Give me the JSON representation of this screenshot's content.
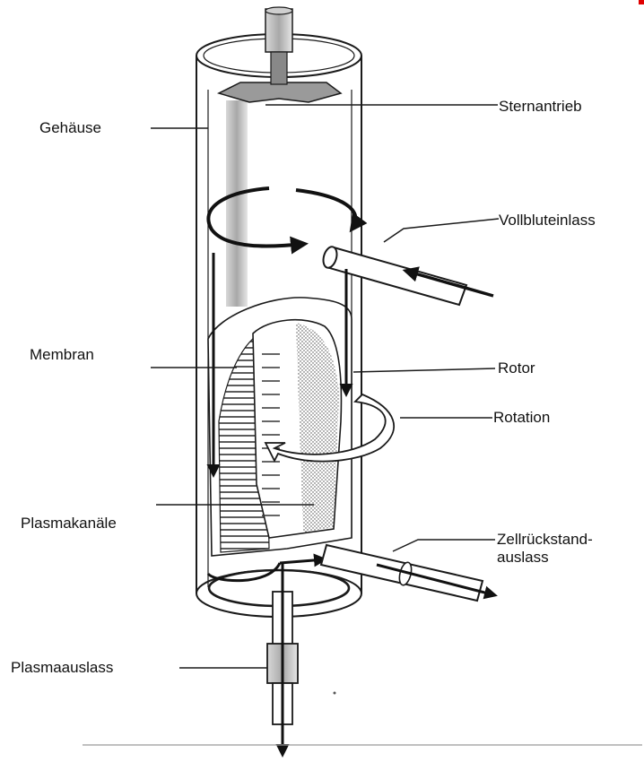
{
  "labels": {
    "gehaeuse": "Gehäuse",
    "sternantrieb": "Sternantrieb",
    "vollbluteinlass": "Vollbluteinlass",
    "membran": "Membran",
    "rotor": "Rotor",
    "rotation": "Rotation",
    "plasmakanaele": "Plasmakanäle",
    "zellrueckstand": "Zellrückstand-\nauslass",
    "plasmaauslass": "Plasmaauslass"
  },
  "colors": {
    "line": "#1a1a1a",
    "accent_mark": "#e00000"
  }
}
